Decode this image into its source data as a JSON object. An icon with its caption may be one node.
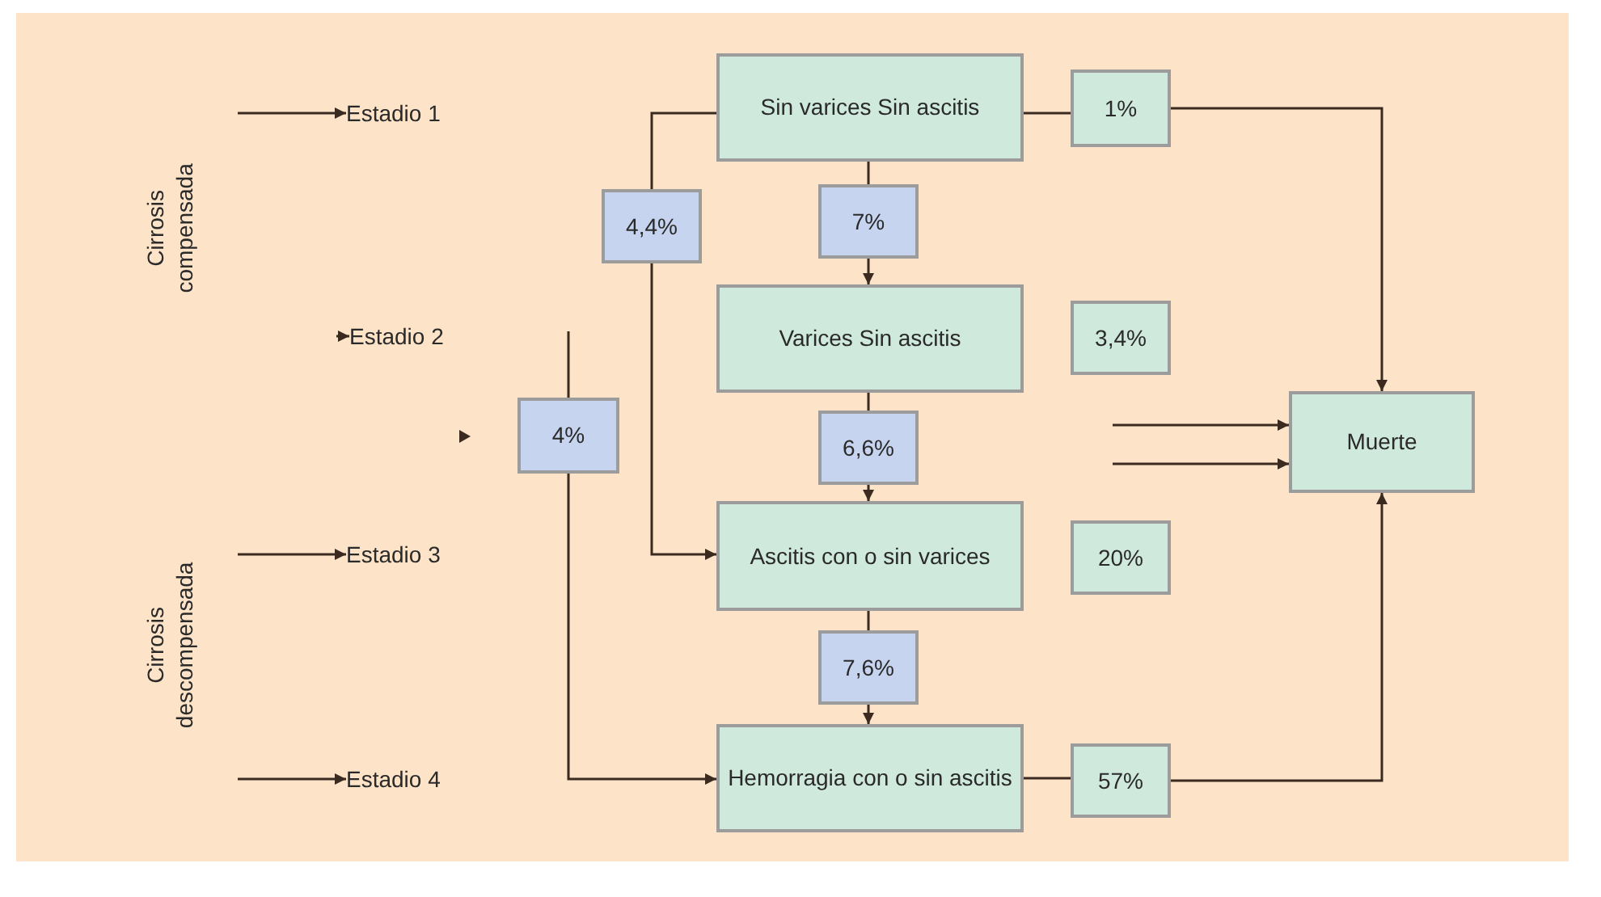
{
  "diagram": {
    "nodes": [
      {
        "text": [
          "Estadio 1"
        ]
      },
      {
        "text": [
          "Estadio 2"
        ]
      },
      {
        "text": [
          "Estadio 3"
        ]
      },
      {
        "text": [
          "Estadio 4"
        ]
      },
      {
        "text": [
          "Sin varices Sin ascitis"
        ]
      },
      {
        "text": [
          "1%"
        ]
      },
      {
        "text": [
          "4,4%"
        ]
      },
      {
        "text": [
          "7%"
        ]
      },
      {
        "text": [
          "Varices Sin ascitis"
        ]
      },
      {
        "text": [
          "3,4%"
        ]
      },
      {
        "text": [
          "4%"
        ]
      },
      {
        "text": [
          "6,6%"
        ]
      },
      {
        "text": [
          "Muerte"
        ]
      },
      {
        "text": [
          "Ascitis con o sin varices"
        ]
      },
      {
        "text": [
          "20%"
        ]
      },
      {
        "text": [
          "7,6%"
        ]
      },
      {
        "text": [
          "Hemorragia con o sin ascitis"
        ]
      },
      {
        "text": [
          "57%"
        ]
      }
    ],
    "edges": [
      {
        "from": null,
        "to": 0,
        "arrow": "to"
      },
      {
        "from": null,
        "to": 1,
        "arrow": "to"
      },
      {
        "from": null,
        "to": 2,
        "arrow": "to"
      },
      {
        "from": null,
        "to": 3,
        "arrow": "to"
      },
      {
        "from": 4,
        "to": 5,
        "arrow": "none"
      },
      {
        "from": 5,
        "to": 12,
        "arrow": "to"
      },
      {
        "from": 4,
        "to": 6,
        "arrow": "none"
      },
      {
        "from": 6,
        "to": 13,
        "arrow": "to"
      },
      {
        "from": 4,
        "to": 7,
        "arrow": "none"
      },
      {
        "from": 7,
        "to": 8,
        "arrow": "to"
      },
      {
        "from": 8,
        "to": 11,
        "arrow": "none"
      },
      {
        "from": 11,
        "to": 13,
        "arrow": "to"
      },
      {
        "from": 13,
        "to": 15,
        "arrow": "none"
      },
      {
        "from": 15,
        "to": 16,
        "arrow": "to"
      },
      {
        "from": null,
        "to": 10,
        "arrow": "none"
      },
      {
        "from": 10,
        "to": 16,
        "arrow": "to"
      },
      {
        "from": null,
        "to": 12,
        "arrow": "to"
      },
      {
        "from": null,
        "to": 12,
        "arrow": "to"
      },
      {
        "from": 16,
        "to": 17,
        "arrow": "none"
      },
      {
        "from": 17,
        "to": 12,
        "arrow": "to"
      }
    ],
    "labels": [
      "Cirrosis compensada",
      "Cirrosis descompensada"
    ]
  }
}
